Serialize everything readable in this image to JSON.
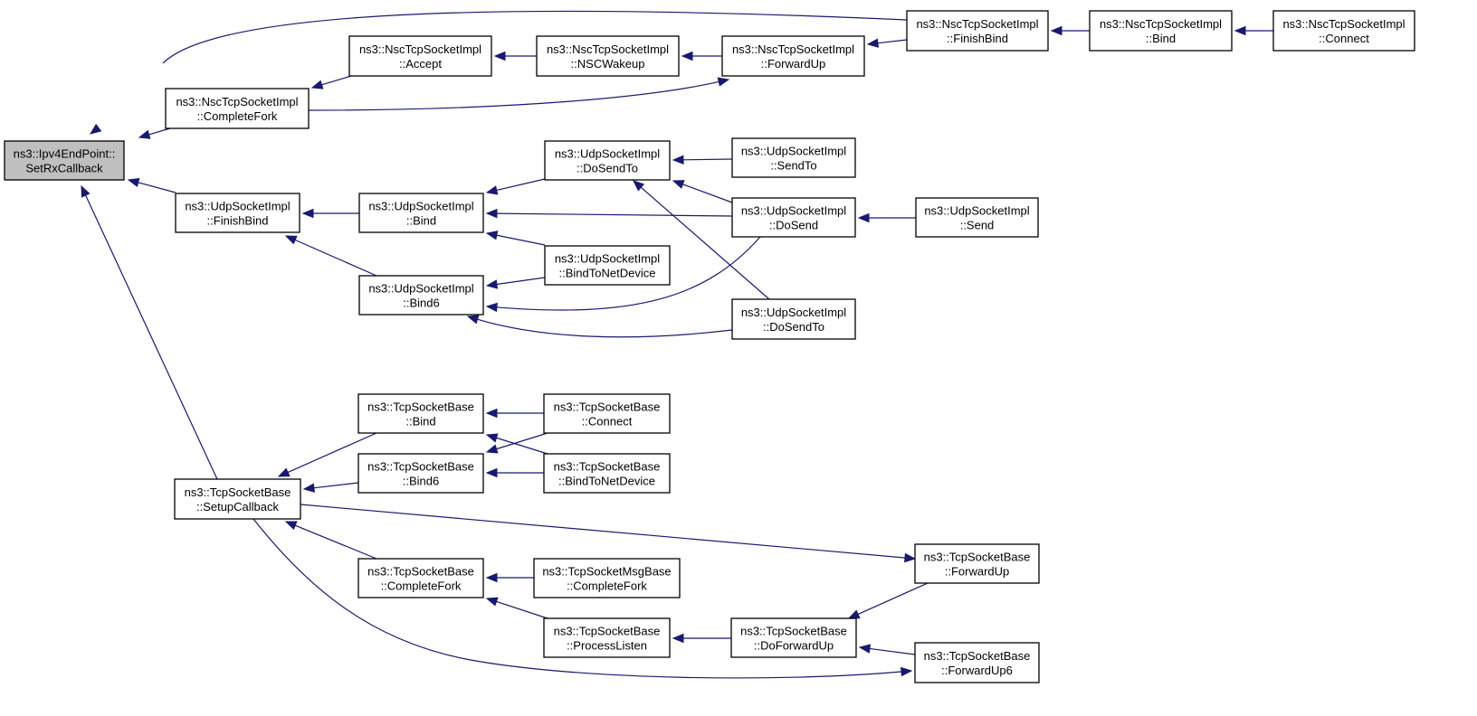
{
  "graph": {
    "colors": {
      "edge": "#191970",
      "node_fill": "#ffffff",
      "root_fill": "#bfbfbf",
      "border": "#000000"
    },
    "nodes": [
      {
        "id": "root",
        "lines": [
          "ns3::Ipv4EndPoint::",
          "SetRxCallback"
        ],
        "root": true
      },
      {
        "id": "nsc_completefork",
        "lines": [
          "ns3::NscTcpSocketImpl",
          "::CompleteFork"
        ]
      },
      {
        "id": "nsc_accept",
        "lines": [
          "ns3::NscTcpSocketImpl",
          "::Accept"
        ]
      },
      {
        "id": "nsc_nscwakeup",
        "lines": [
          "ns3::NscTcpSocketImpl",
          "::NSCWakeup"
        ]
      },
      {
        "id": "nsc_forwardup",
        "lines": [
          "ns3::NscTcpSocketImpl",
          "::ForwardUp"
        ]
      },
      {
        "id": "nsc_finishbind",
        "lines": [
          "ns3::NscTcpSocketImpl",
          "::FinishBind"
        ]
      },
      {
        "id": "nsc_bind",
        "lines": [
          "ns3::NscTcpSocketImpl",
          "::Bind"
        ]
      },
      {
        "id": "nsc_connect",
        "lines": [
          "ns3::NscTcpSocketImpl",
          "::Connect"
        ]
      },
      {
        "id": "udp_finishbind",
        "lines": [
          "ns3::UdpSocketImpl",
          "::FinishBind"
        ]
      },
      {
        "id": "udp_bind",
        "lines": [
          "ns3::UdpSocketImpl",
          "::Bind"
        ]
      },
      {
        "id": "udp_bind6",
        "lines": [
          "ns3::UdpSocketImpl",
          "::Bind6"
        ]
      },
      {
        "id": "udp_dosendto_a",
        "lines": [
          "ns3::UdpSocketImpl",
          "::DoSendTo"
        ]
      },
      {
        "id": "udp_bindtonetdevice",
        "lines": [
          "ns3::UdpSocketImpl",
          "::BindToNetDevice"
        ]
      },
      {
        "id": "udp_sendto",
        "lines": [
          "ns3::UdpSocketImpl",
          "::SendTo"
        ]
      },
      {
        "id": "udp_dosend",
        "lines": [
          "ns3::UdpSocketImpl",
          "::DoSend"
        ]
      },
      {
        "id": "udp_dosendto_b",
        "lines": [
          "ns3::UdpSocketImpl",
          "::DoSendTo"
        ]
      },
      {
        "id": "udp_send",
        "lines": [
          "ns3::UdpSocketImpl",
          "::Send"
        ]
      },
      {
        "id": "tcp_setupcallback",
        "lines": [
          "ns3::TcpSocketBase",
          "::SetupCallback"
        ]
      },
      {
        "id": "tcp_bind",
        "lines": [
          "ns3::TcpSocketBase",
          "::Bind"
        ]
      },
      {
        "id": "tcp_bind6",
        "lines": [
          "ns3::TcpSocketBase",
          "::Bind6"
        ]
      },
      {
        "id": "tcp_completefork",
        "lines": [
          "ns3::TcpSocketBase",
          "::CompleteFork"
        ]
      },
      {
        "id": "tcp_connect",
        "lines": [
          "ns3::TcpSocketBase",
          "::Connect"
        ]
      },
      {
        "id": "tcp_bindtonetdevice",
        "lines": [
          "ns3::TcpSocketBase",
          "::BindToNetDevice"
        ]
      },
      {
        "id": "tcpmsg_completefork",
        "lines": [
          "ns3::TcpSocketMsgBase",
          "::CompleteFork"
        ]
      },
      {
        "id": "tcp_processlisten",
        "lines": [
          "ns3::TcpSocketBase",
          "::ProcessListen"
        ]
      },
      {
        "id": "tcp_doforwardup",
        "lines": [
          "ns3::TcpSocketBase",
          "::DoForwardUp"
        ]
      },
      {
        "id": "tcp_forwardup",
        "lines": [
          "ns3::TcpSocketBase",
          "::ForwardUp"
        ]
      },
      {
        "id": "tcp_forwardup6",
        "lines": [
          "ns3::TcpSocketBase",
          "::ForwardUp6"
        ]
      }
    ],
    "edges": [
      {
        "from": "nsc_completefork",
        "to": "root"
      },
      {
        "from": "nsc_finishbind",
        "to": "root"
      },
      {
        "from": "udp_finishbind",
        "to": "root"
      },
      {
        "from": "tcp_setupcallback",
        "to": "root"
      },
      {
        "from": "nsc_accept",
        "to": "nsc_completefork"
      },
      {
        "from": "nsc_nscwakeup",
        "to": "nsc_accept"
      },
      {
        "from": "nsc_forwardup",
        "to": "nsc_nscwakeup"
      },
      {
        "from": "nsc_completefork",
        "to": "nsc_forwardup"
      },
      {
        "from": "nsc_finishbind",
        "to": "nsc_forwardup"
      },
      {
        "from": "nsc_bind",
        "to": "nsc_finishbind"
      },
      {
        "from": "nsc_connect",
        "to": "nsc_bind"
      },
      {
        "from": "udp_bind",
        "to": "udp_finishbind"
      },
      {
        "from": "udp_bind6",
        "to": "udp_finishbind"
      },
      {
        "from": "udp_dosendto_a",
        "to": "udp_bind"
      },
      {
        "from": "udp_dosend",
        "to": "udp_bind"
      },
      {
        "from": "udp_bindtonetdevice",
        "to": "udp_bind"
      },
      {
        "from": "udp_bindtonetdevice",
        "to": "udp_bind6"
      },
      {
        "from": "udp_dosend",
        "to": "udp_bind6"
      },
      {
        "from": "udp_dosendto_b",
        "to": "udp_bind6"
      },
      {
        "from": "udp_sendto",
        "to": "udp_dosendto_a"
      },
      {
        "from": "udp_dosend",
        "to": "udp_dosendto_a"
      },
      {
        "from": "udp_dosendto_b",
        "to": "udp_dosendto_a"
      },
      {
        "from": "udp_send",
        "to": "udp_dosend"
      },
      {
        "from": "tcp_bind",
        "to": "tcp_setupcallback"
      },
      {
        "from": "tcp_bind6",
        "to": "tcp_setupcallback"
      },
      {
        "from": "tcp_completefork",
        "to": "tcp_setupcallback"
      },
      {
        "from": "tcp_setupcallback",
        "to": "tcp_forwardup"
      },
      {
        "from": "tcp_setupcallback",
        "to": "tcp_forwardup6"
      },
      {
        "from": "tcp_connect",
        "to": "tcp_bind"
      },
      {
        "from": "tcp_bindtonetdevice",
        "to": "tcp_bind"
      },
      {
        "from": "tcp_connect",
        "to": "tcp_bind6"
      },
      {
        "from": "tcp_bindtonetdevice",
        "to": "tcp_bind6"
      },
      {
        "from": "tcpmsg_completefork",
        "to": "tcp_completefork"
      },
      {
        "from": "tcp_processlisten",
        "to": "tcp_completefork"
      },
      {
        "from": "tcp_doforwardup",
        "to": "tcp_processlisten"
      },
      {
        "from": "tcp_forwardup",
        "to": "tcp_doforwardup"
      },
      {
        "from": "tcp_forwardup6",
        "to": "tcp_doforwardup"
      }
    ]
  }
}
